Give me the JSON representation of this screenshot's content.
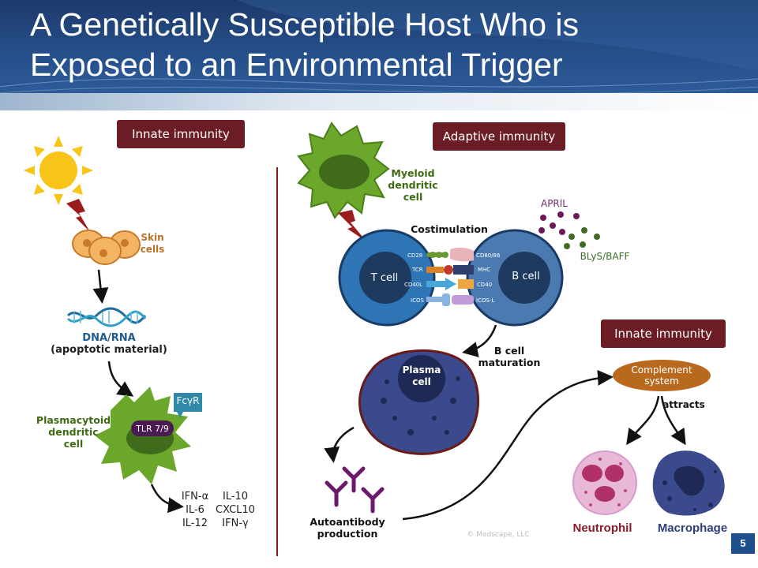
{
  "title": {
    "line1": "A Genetically Susceptible Host Who is",
    "line2": "Exposed to an Environmental Trigger"
  },
  "tags": {
    "innate_left": "Innate immunity",
    "adaptive": "Adaptive immunity",
    "innate_right": "Innate immunity"
  },
  "left": {
    "skin_cells": "Skin\ncells",
    "dna_rna": "DNA/RNA",
    "apoptotic": "(apoptotic material)",
    "pdc": "Plasmacytoid\ndendritic\ncell",
    "fcgr": "FcγR",
    "tlr": "TLR 7/9",
    "cytokines_col1": "IFN-α\nIL-6\nIL-12",
    "cytokines_col2": "IL-10\nCXCL10\nIFN-γ"
  },
  "right": {
    "myeloid": "Myeloid\ndendritic\ncell",
    "costimulation": "Costimulation",
    "april": "APRIL",
    "blys": "BLyS/BAFF",
    "t_cell": "T cell",
    "b_cell": "B cell",
    "t_receptors": [
      "CD28",
      "TCR",
      "CD40L",
      "ICOS"
    ],
    "b_receptors": [
      "CD80/86",
      "MHC",
      "CD40",
      "ICOS-L"
    ],
    "b_maturation": "B cell\nmaturation",
    "plasma": "Plasma\ncell",
    "autoantibody": "Autoantibody\nproduction",
    "complement": "Complement\nsystem",
    "attracts": "attracts",
    "neutrophil": "Neutrophil",
    "macrophage": "Macrophage"
  },
  "footer": {
    "copyright": "© Medscape, LLC",
    "page": "5"
  },
  "colors": {
    "tag_bg": "#6b1c24",
    "header": "#26508c",
    "green": "#3e6b12",
    "t_cell": "#1e5a8c",
    "b_cell": "#2f5a8a"
  }
}
